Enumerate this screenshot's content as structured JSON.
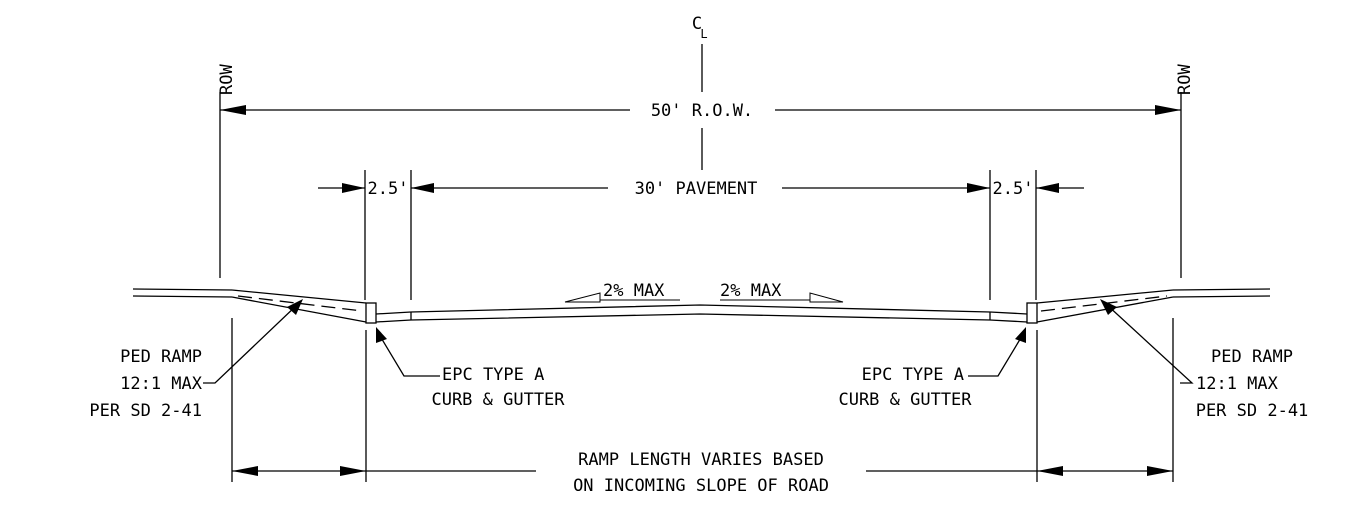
{
  "centerline": {
    "symbol": "C",
    "subscript": "L"
  },
  "row_marker": "ROW",
  "dimensions": {
    "row_width": "50' R.O.W.",
    "pavement": "30' PAVEMENT",
    "curb_left": "2.5'",
    "curb_right": "2.5'"
  },
  "slopes": {
    "left": "2% MAX",
    "right": "2% MAX"
  },
  "callouts": {
    "ped_ramp_left": [
      "PED RAMP",
      "12:1 MAX",
      "PER SD 2-41"
    ],
    "ped_ramp_right": [
      "PED RAMP",
      "12:1 MAX",
      "PER SD 2-41"
    ],
    "curb_left": [
      "EPC TYPE A",
      "CURB & GUTTER"
    ],
    "curb_right": [
      "EPC TYPE A",
      "CURB & GUTTER"
    ]
  },
  "ramp_length_note": [
    "RAMP LENGTH VARIES BASED",
    "ON INCOMING SLOPE OF ROAD"
  ]
}
